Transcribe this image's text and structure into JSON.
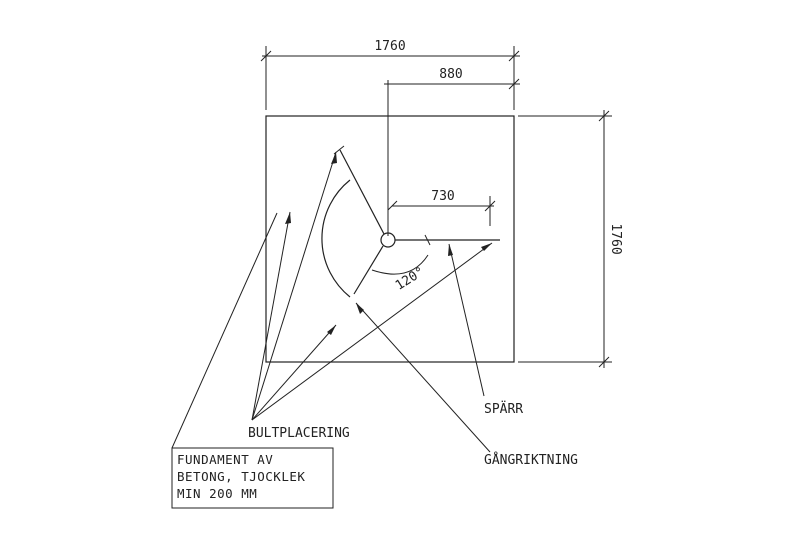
{
  "dimensions": {
    "overall_width": "1760",
    "half_width": "880",
    "offset": "730",
    "overall_height": "1760",
    "angle": "120°"
  },
  "labels": {
    "bolt_placement": "BULTPLACERING",
    "rafter": "SPÄRR",
    "walking_direction": "GÅNGRIKTNING"
  },
  "foundation_note": {
    "line1": "FUNDAMENT AV",
    "line2": "BETONG, TJOCKLEK",
    "line3": "MIN 200 MM"
  },
  "colors": {
    "ink": "#222222",
    "background": "#ffffff"
  }
}
